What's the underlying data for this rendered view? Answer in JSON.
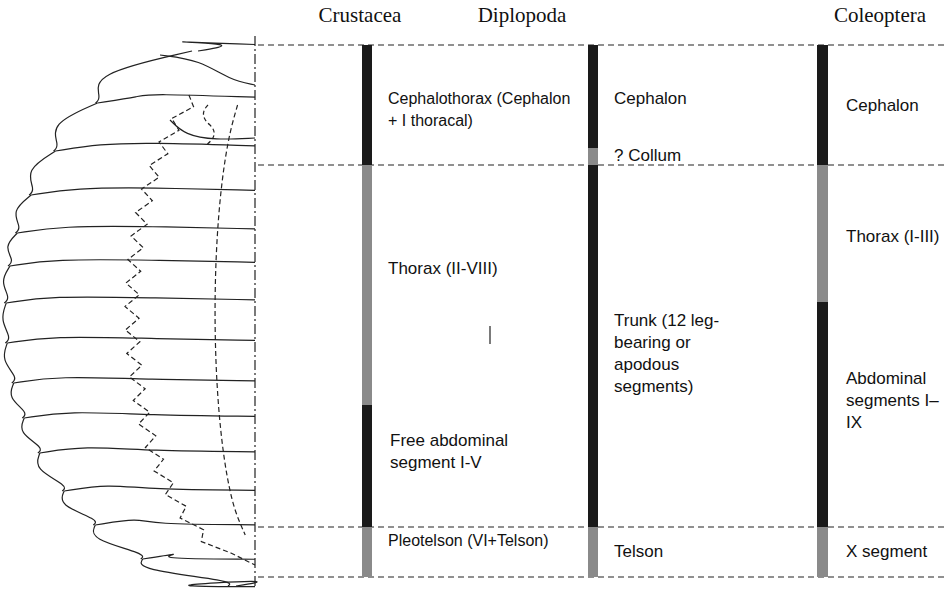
{
  "diagram": {
    "labels": [
      "Crustacea",
      "Diplopoda",
      "Coleoptera",
      "Cephalothorax (Cephalon + I thoracal)",
      "Cephalon",
      "? Collum",
      "Cephalon",
      "Thorax (II-VIII)",
      "Trunk (12 leg-bearing or apodous segments)",
      "Thorax (I-III)",
      "Abdominal segments I–IX",
      "Free abdominal segment I-V",
      "Pleotelson (VI+Telson)",
      "Telson",
      "X segment"
    ]
  }
}
